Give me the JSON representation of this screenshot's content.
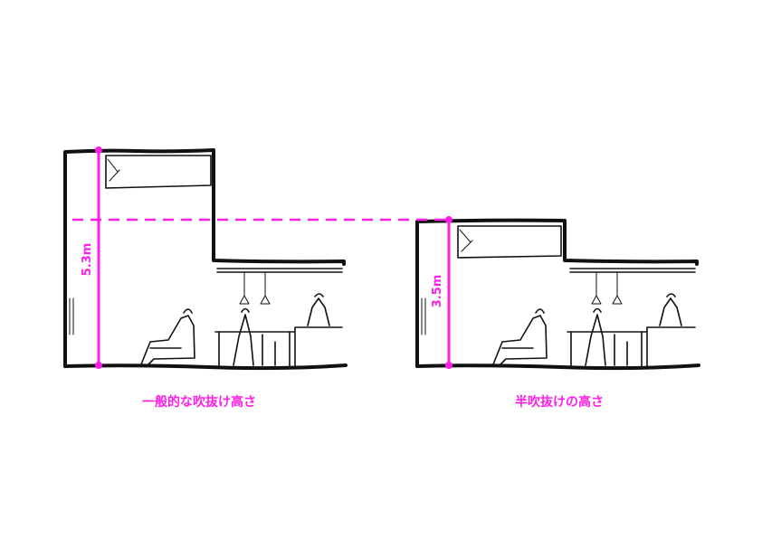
{
  "colors": {
    "accent": "#ff1ee6",
    "ink": "#111111",
    "background": "#ffffff"
  },
  "left_section": {
    "dimension_label": "5.3m",
    "caption": "一般的な吹抜け高さ"
  },
  "right_section": {
    "dimension_label": "3.5m",
    "caption": "半吹抜けの高さ"
  }
}
